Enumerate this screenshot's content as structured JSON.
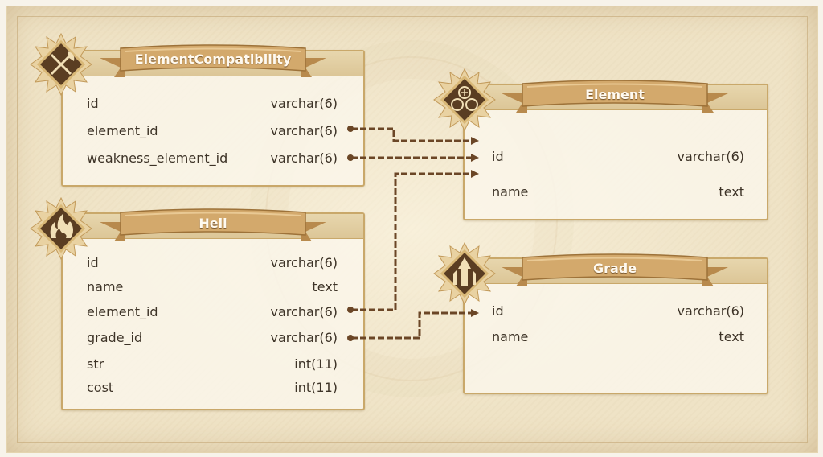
{
  "tables": {
    "compat": {
      "title": "ElementCompatibility",
      "fields": [
        {
          "name": "id",
          "type": "varchar(6)"
        },
        {
          "name": "element_id",
          "type": "varchar(6)"
        },
        {
          "name": "weakness_element_id",
          "type": "varchar(6)"
        }
      ]
    },
    "element": {
      "title": "Element",
      "fields": [
        {
          "name": "id",
          "type": "varchar(6)"
        },
        {
          "name": "name",
          "type": "text"
        }
      ]
    },
    "hell": {
      "title": "Hell",
      "fields": [
        {
          "name": "id",
          "type": "varchar(6)"
        },
        {
          "name": "name",
          "type": "text"
        },
        {
          "name": "element_id",
          "type": "varchar(6)"
        },
        {
          "name": "grade_id",
          "type": "varchar(6)"
        },
        {
          "name": "str",
          "type": "int(11)"
        },
        {
          "name": "cost",
          "type": "int(11)"
        }
      ]
    },
    "grade": {
      "title": "Grade",
      "fields": [
        {
          "name": "id",
          "type": "varchar(6)"
        },
        {
          "name": "name",
          "type": "text"
        }
      ]
    }
  },
  "icons": {
    "compat": "crossed-axe-sword-icon",
    "element": "elements-icon",
    "hell": "flame-icon",
    "grade": "rank-chevron-icon"
  },
  "colors": {
    "parchment": "#efe3c6",
    "card_border": "#c9a86a",
    "ribbon": "#c89b5a",
    "link": "#6b4626",
    "text": "#3d3327"
  },
  "relations": [
    {
      "from": "ElementCompatibility.element_id",
      "to": "Element.id"
    },
    {
      "from": "ElementCompatibility.weakness_element_id",
      "to": "Element.id"
    },
    {
      "from": "Hell.element_id",
      "to": "Element.id"
    },
    {
      "from": "Hell.grade_id",
      "to": "Grade.id"
    }
  ]
}
